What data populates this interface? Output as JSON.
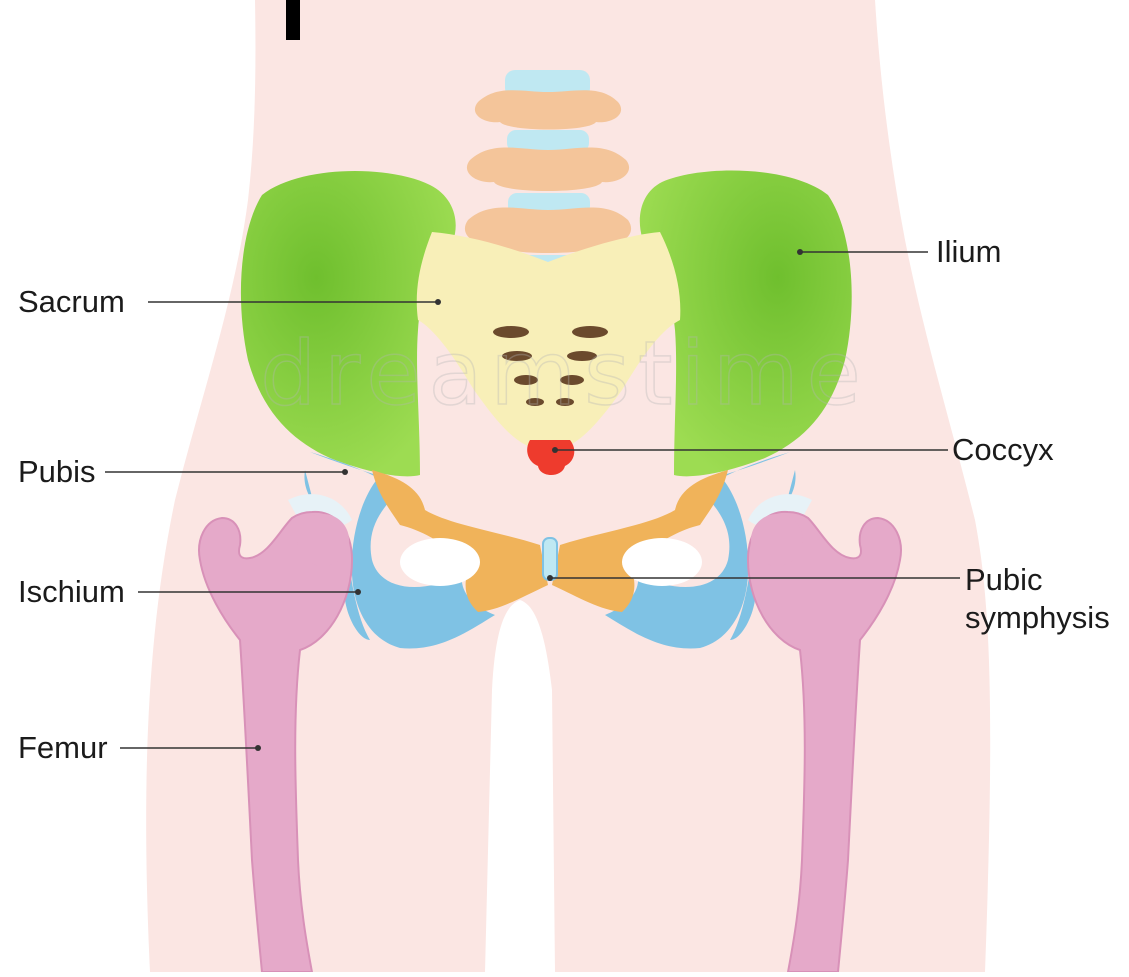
{
  "labels": {
    "sacrum": "Sacrum",
    "pubis": "Pubis",
    "ischium": "Ischium",
    "femur": "Femur",
    "ilium": "Ilium",
    "coccyx": "Coccyx",
    "pubic_symphysis_line1": "Pubic",
    "pubic_symphysis_line2": "symphysis"
  },
  "watermark": "dreamstime",
  "colors": {
    "skin": "#fbe6e3",
    "ilium": "#8fd642",
    "sacrum": "#f8efb8",
    "vertebra": "#f4c59a",
    "disc": "#bfe8f2",
    "pubis_ischium": "#7fc2e4",
    "acetabular_region": "#f0b35a",
    "coccyx": "#ee3b2d",
    "femur": "#e5a9c9",
    "leader_line": "#333333"
  }
}
